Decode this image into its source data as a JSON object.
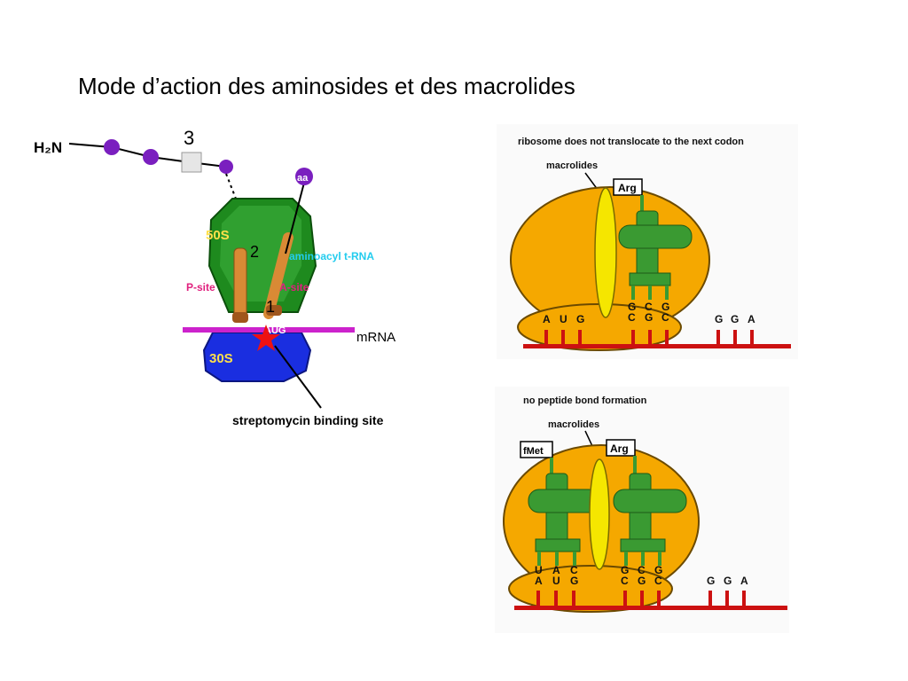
{
  "slide": {
    "title": "Mode d’action des aminosides et des macrolides"
  },
  "left_diagram": {
    "amine_label": "H₂N",
    "step_3": "3",
    "step_2": "2",
    "step_1": "1",
    "aa_label": "aa",
    "subunit_50s": "50S",
    "subunit_30s": "30S",
    "aminoacyl_label": "aminoacyl t-RNA",
    "p_site_label": "P-site",
    "a_site_label": "A-site",
    "codon_label": "AUG",
    "mrna_label": "mRNA",
    "binding_site_label": "streptomycin binding site",
    "colors": {
      "large_subunit": "#1e8a1e",
      "small_subunit": "#1a2ee0",
      "mrna": "#cc22cc",
      "star": "#ee1111",
      "bead": "#7a1fbf"
    }
  },
  "top_right": {
    "caption": "ribosome does not translocate to the next codon",
    "macrolides_label": "macrolides",
    "trna_label": "Arg",
    "codon_1": [
      "A",
      "U",
      "G"
    ],
    "anticodon": [
      "G",
      "C",
      "G"
    ],
    "codon_2": [
      "C",
      "G",
      "C"
    ],
    "codon_3": [
      "G",
      "G",
      "A"
    ],
    "colors": {
      "ribosome": "#f5a800",
      "trna": "#3a9a32",
      "mrna": "#cc1111",
      "macrolide": "#f5e600"
    }
  },
  "bottom_right": {
    "caption": "no peptide bond formation",
    "macrolides_label": "macrolides",
    "trna_left_label": "fMet",
    "trna_right_label": "Arg",
    "anticodon_left": [
      "U",
      "A",
      "C"
    ],
    "codon_left": [
      "A",
      "U",
      "G"
    ],
    "anticodon_right": [
      "G",
      "C",
      "G"
    ],
    "codon_right": [
      "C",
      "G",
      "C"
    ],
    "codon_3": [
      "G",
      "G",
      "A"
    ]
  }
}
